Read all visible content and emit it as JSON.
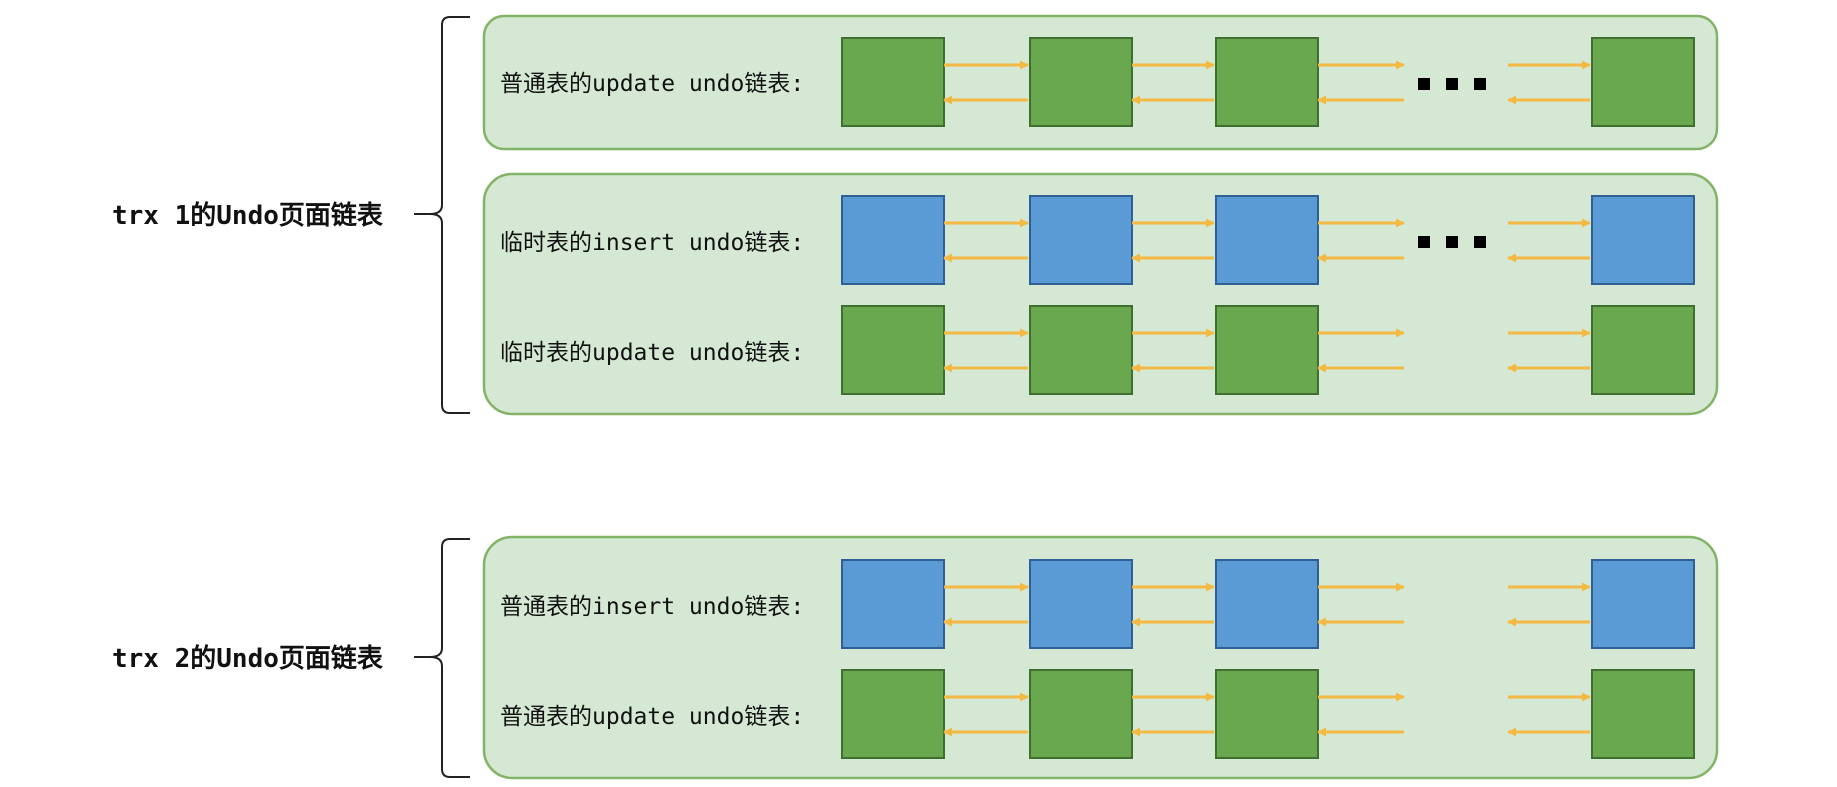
{
  "colors": {
    "group_fill": "#d5e8d4",
    "group_stroke": "#82b366",
    "update_page_fill": "#6aa84f",
    "update_page_stroke": "#3f6f2e",
    "insert_page_fill": "#5b9bd5",
    "insert_page_stroke": "#2f5f95",
    "arrow": "#f4b942",
    "brace": "#222222",
    "dots": "#000000"
  },
  "transactions": [
    {
      "label": "trx 1的Undo页面链表",
      "groups": [
        {
          "lists": [
            {
              "label": "普通表的update undo链表:",
              "page_kind": "update",
              "ellipsis": true
            }
          ]
        },
        {
          "lists": [
            {
              "label": "临时表的insert undo链表:",
              "page_kind": "insert",
              "ellipsis": true
            },
            {
              "label": "临时表的update undo链表:",
              "page_kind": "update",
              "ellipsis": false
            }
          ]
        }
      ]
    },
    {
      "label": "trx 2的Undo页面链表",
      "groups": [
        {
          "lists": [
            {
              "label": "普通表的insert undo链表:",
              "page_kind": "insert",
              "ellipsis": false
            },
            {
              "label": "普通表的update undo链表:",
              "page_kind": "update",
              "ellipsis": false
            }
          ]
        }
      ]
    }
  ]
}
